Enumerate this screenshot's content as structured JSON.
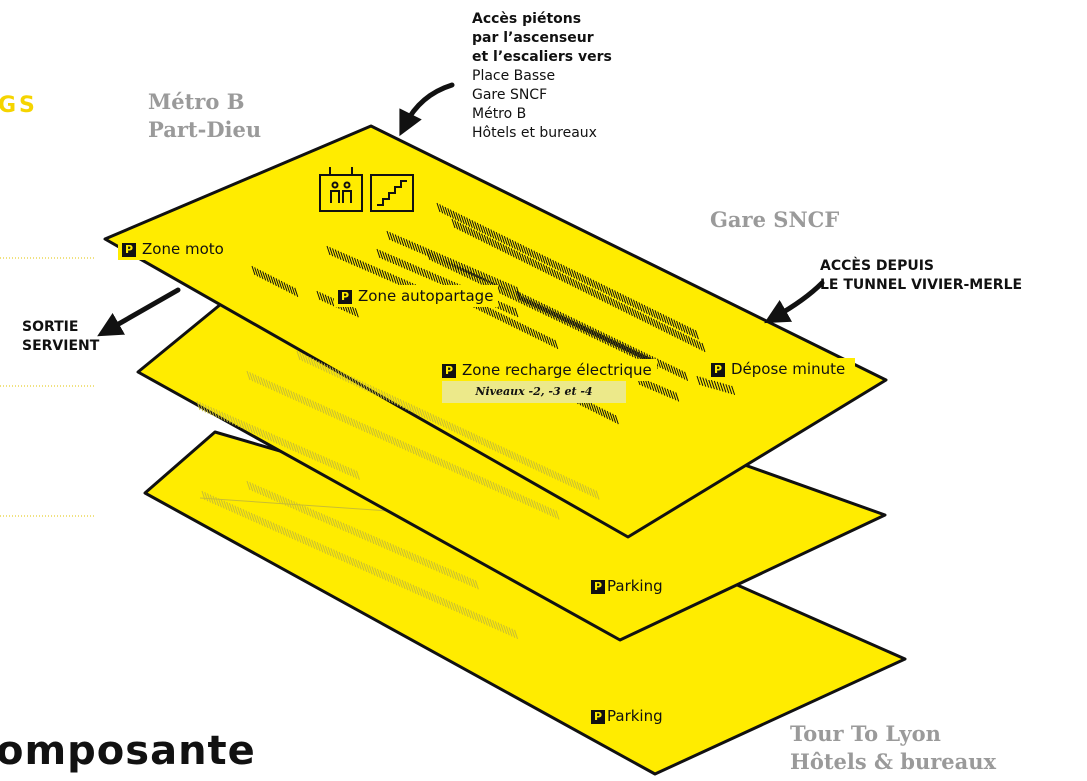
{
  "header": {
    "fragment_top": "GS",
    "fragment_bottom": "omposante"
  },
  "places": {
    "metro_line1": "Métro B",
    "metro_line2": "Part-Dieu",
    "gare": "Gare SNCF",
    "tour_line1": "Tour To Lyon",
    "tour_line2": "Hôtels & bureaux"
  },
  "pedestrian": {
    "title_lines": [
      "Accès piétons",
      "par l’ascenseur",
      "et l’escaliers vers"
    ],
    "destinations": [
      "Place Basse",
      "Gare SNCF",
      "Métro B",
      "Hôtels et bureaux"
    ]
  },
  "access": {
    "tunnel_lines": [
      "ACCÈS DEPUIS",
      "LE TUNNEL VIVIER-MERLE"
    ],
    "exit_lines": [
      "SORTIE",
      "SERVIENT"
    ]
  },
  "zones": {
    "badge": "P",
    "moto": "Zone moto",
    "autopartage": "Zone autopartage",
    "recharge": "Zone recharge électrique",
    "recharge_note": "Niveaux -2, -3 et -4",
    "depose": "Dépose minute",
    "parking_level2": "Parking",
    "parking_level3": "Parking"
  },
  "icons": [
    "elevator-icon",
    "stairs-icon",
    "arrow-icon"
  ],
  "colors": {
    "slab": "#ffec00",
    "outline": "#111111",
    "label_grey": "#9a9a9a",
    "heading_yellow": "#f5d400",
    "dotted_rule": "#e2c300"
  }
}
